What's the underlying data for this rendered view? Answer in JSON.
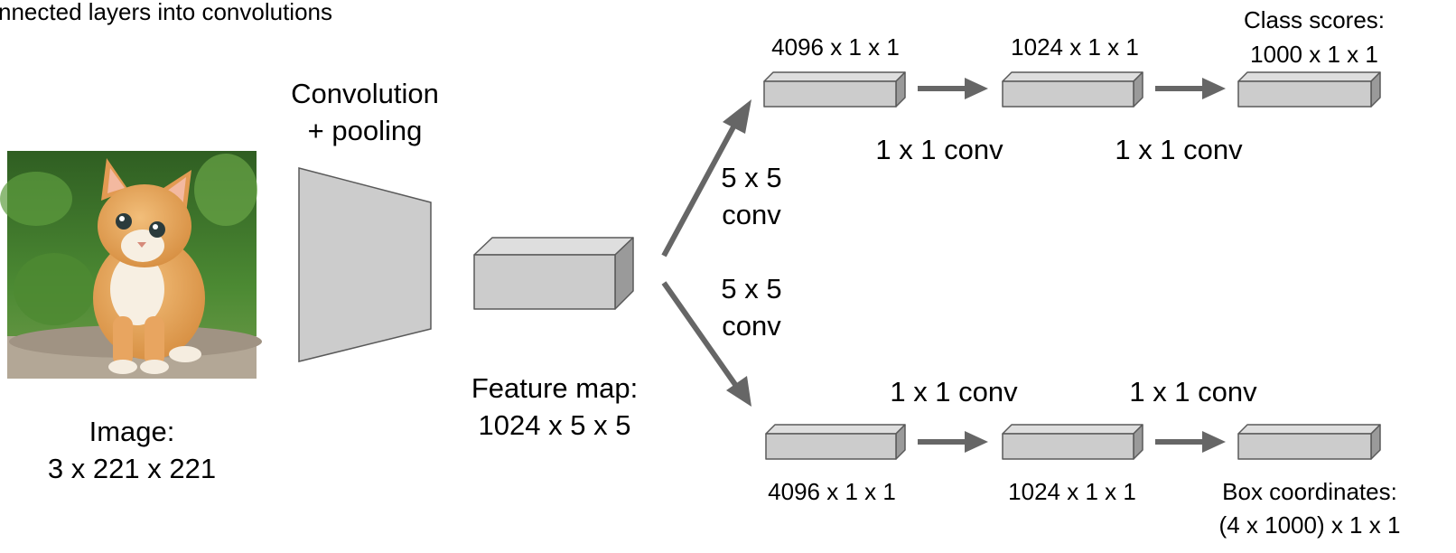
{
  "heading": "nnected layers into convolutions",
  "image": {
    "caption_line1": "Image:",
    "caption_line2": "3 x 221 x 221"
  },
  "conv_pool": {
    "line1": "Convolution",
    "line2": "+ pooling"
  },
  "feature_map": {
    "line1": "Feature map:",
    "line2": "1024 x 5 x 5"
  },
  "branch_top": {
    "conv_line1": "5 x 5",
    "conv_line2": "conv",
    "layer1": "4096 x 1 x 1",
    "layer2": "1024 x 1 x 1",
    "output_line1": "Class scores:",
    "output_line2": "1000 x 1 x 1",
    "op1": "1 x 1 conv",
    "op2": "1 x 1 conv"
  },
  "branch_bottom": {
    "conv_line1": "5 x 5",
    "conv_line2": "conv",
    "layer1": "4096 x 1 x 1",
    "layer2": "1024 x 1 x 1",
    "output_line1": "Box coordinates:",
    "output_line2": "(4 x 1000) x 1 x 1",
    "op1": "1 x 1 conv",
    "op2": "1 x 1 conv"
  },
  "colors": {
    "box_front": "#cccccc",
    "box_top": "#dedede",
    "box_side": "#9a9a9a",
    "arrow": "#666666",
    "grass": "#3f7a2c",
    "fur": "#e3a35c"
  }
}
